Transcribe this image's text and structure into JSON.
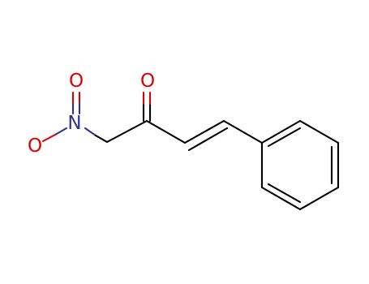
{
  "diagram": {
    "type": "chemical-structure",
    "atoms": [
      {
        "id": "O_nitro_top",
        "element": "O",
        "label": "O",
        "color": "#e00000"
      },
      {
        "id": "N_nitro",
        "element": "N",
        "label": "N",
        "color": "#2e3192"
      },
      {
        "id": "O_nitro_left",
        "element": "O",
        "label": "O",
        "color": "#e00000"
      },
      {
        "id": "O_ketone",
        "element": "O",
        "label": "O",
        "color": "#e00000"
      }
    ],
    "bond_color": "#000000"
  }
}
